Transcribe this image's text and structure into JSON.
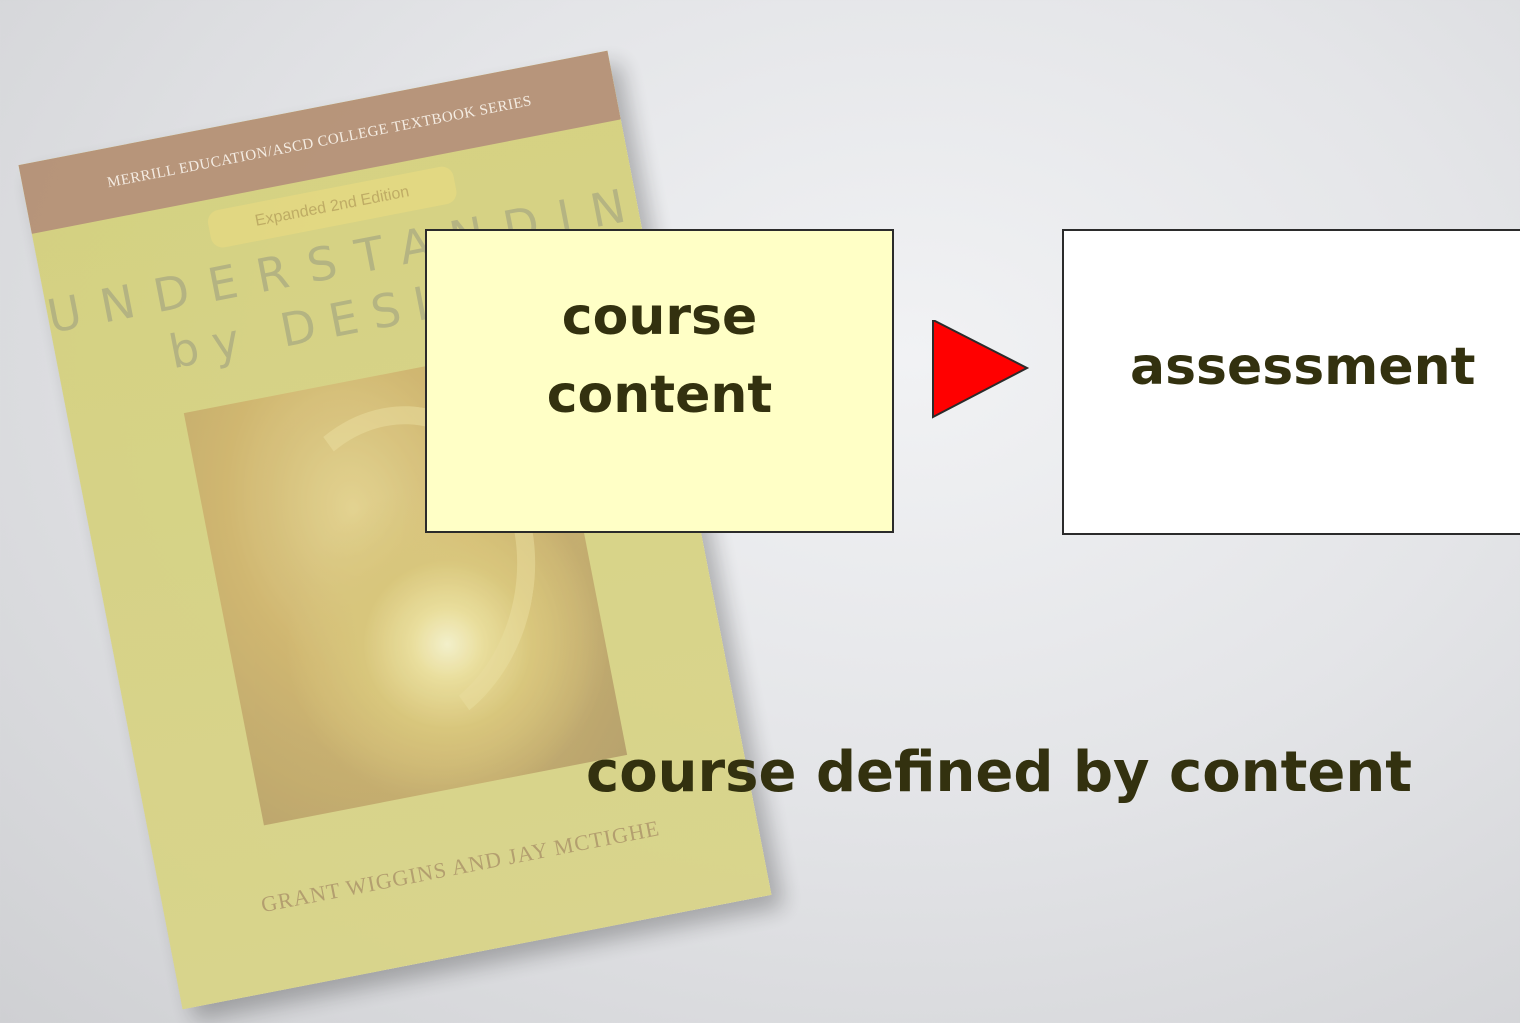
{
  "book": {
    "series": "Merrill Education/ASCD College Textbook Series",
    "edition": "Expanded 2nd Edition",
    "title_line1": "UNDERSTANDING",
    "title_line2": "by DESIGN",
    "authors": "GRANT WIGGINS AND JAY MCTIGHE"
  },
  "diagram": {
    "box1_line1": "course",
    "box1_line2": "content",
    "box2_label": "assessment",
    "arrow_color": "#ff0000",
    "box1_color": "#ffffc6",
    "box2_color": "#ffffff"
  },
  "caption": "course defined by content"
}
